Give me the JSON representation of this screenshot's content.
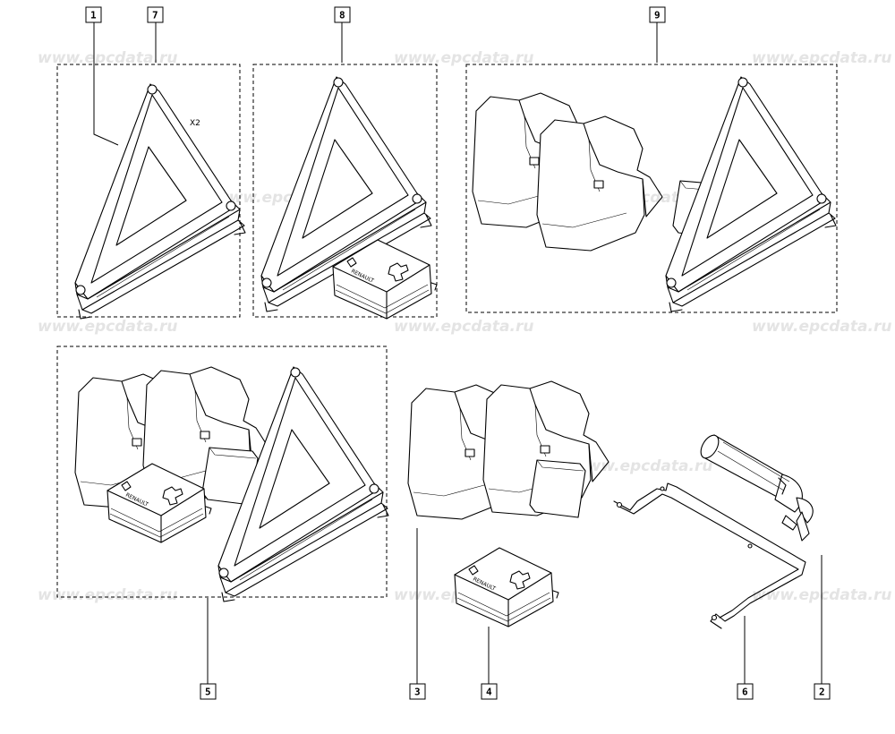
{
  "watermark": "www.epcdata.ru",
  "quantity_note": "X2",
  "kit_brand": "RENAULT",
  "callouts": {
    "c1": "1",
    "c2": "2",
    "c3": "3",
    "c4": "4",
    "c5": "5",
    "c6": "6",
    "c7": "7",
    "c8": "8",
    "c9": "9"
  }
}
